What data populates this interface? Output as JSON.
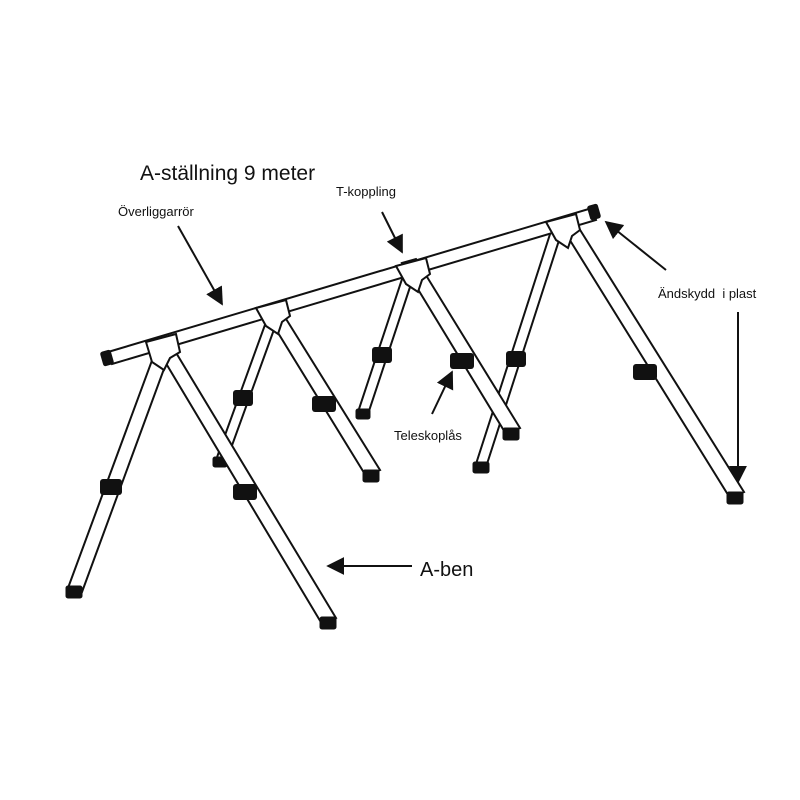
{
  "labels": {
    "title": "A-ställning 9 meter",
    "top_tube": "Överliggarrör",
    "t_coupling": "T-koppling",
    "end_cap": "Ändskydd  i plast",
    "telescope_lock": "Teleskoplås",
    "a_leg": "A-ben"
  },
  "colors": {
    "line": "#111111",
    "background": "#ffffff"
  }
}
